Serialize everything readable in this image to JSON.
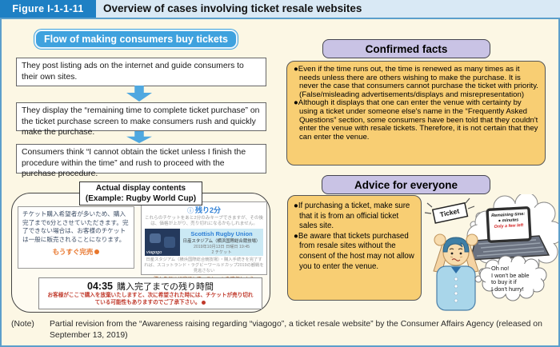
{
  "title_bar": {
    "figure_label": "Figure I-1-1-11",
    "title": "Overview of cases involving ticket resale websites"
  },
  "flow": {
    "header": "Flow of making consumers buy tickets",
    "steps": [
      "They post listing ads on the internet and guide consumers to their own sites.",
      "They display the “remaining time to complete ticket purchase” on the ticket purchase screen to make consumers rush and quickly make the purchase.",
      "Consumers think “I cannot obtain the ticket unless I finish the procedure within the time” and rush to proceed with the purchase procedure."
    ]
  },
  "actual_display": {
    "label_line1": "Actual display contents",
    "label_line2": "(Example: Rugby World Cup)",
    "left_shot": {
      "body": "チケット購入希望者が多いため、購入完了まで6分とさせていただきます。完了できない場合は、お客様のチケットは一般に販売されることになります。",
      "alert": "もうすぐ完売"
    },
    "right_shot": {
      "info_icon": "ⓘ",
      "timer": "残り2分",
      "note": "これらのチケットをあと2分のみキープできますが、その後は、価格が上がり、売り切れになるかもしれません。",
      "photo_watermark": "viagogo",
      "event": "Scottish Rugby Union",
      "venue": "日産スタジアム（横浜国際総合競技場）",
      "date": "2019年10月13日 日曜日 19:45",
      "seat": "2 チケット",
      "caption": "日産スタジアム（横浜国際総合競技場）・購入手続きを完了すれば、スコットランド・ラグビーワールドカップ2019の観戦を見逃さない",
      "cta": "購入を早めに完了して、チケットを確保しよう"
    },
    "countdown": {
      "time": "04:35",
      "label": "購入完了までの残り時間",
      "warning": "お客様がここで購入を放棄いたしますと、次に希望された時には、チケットが売り切れている可能性もありますのでご了承下さい。"
    }
  },
  "confirmed_facts": {
    "header": "Confirmed facts",
    "bullets": [
      "●Even if the time runs out, the time is renewed as many times as it needs unless there are others wishing to make the purchase. It is never the case that consumers cannot purchase the ticket with priority. (False/misleading advertisements/displays and misrepresentation)",
      "●Although it displays that one can enter the venue with certainty by using a ticket under someone else's name in the “Frequently Asked Questions” section, some consumers have been told that they couldn't enter the venue with resale tickets. Therefore, it is not certain that they can enter the venue."
    ]
  },
  "advice": {
    "header": "Advice for everyone",
    "bullets": [
      "●If purchasing a ticket, make sure that it is from an official ticket sales site.",
      "●Be aware that tickets purchased from resale sites without the consent of the host may not allow you to enter the venue."
    ],
    "illustration": {
      "ticket_label": "Ticket",
      "screen_lines": [
        "Remaining time:",
        "● minutes",
        "Only a few left"
      ],
      "speech_lines": [
        "Oh no!",
        "I won't be able",
        "to buy it if",
        "I don't hurry!"
      ]
    }
  },
  "note": {
    "prefix": "(Note)",
    "text": "Partial revision from the “Awareness raising regarding “viagogo”, a ticket resale website” by the Consumer Affairs Agency (released on September 13, 2019)"
  }
}
